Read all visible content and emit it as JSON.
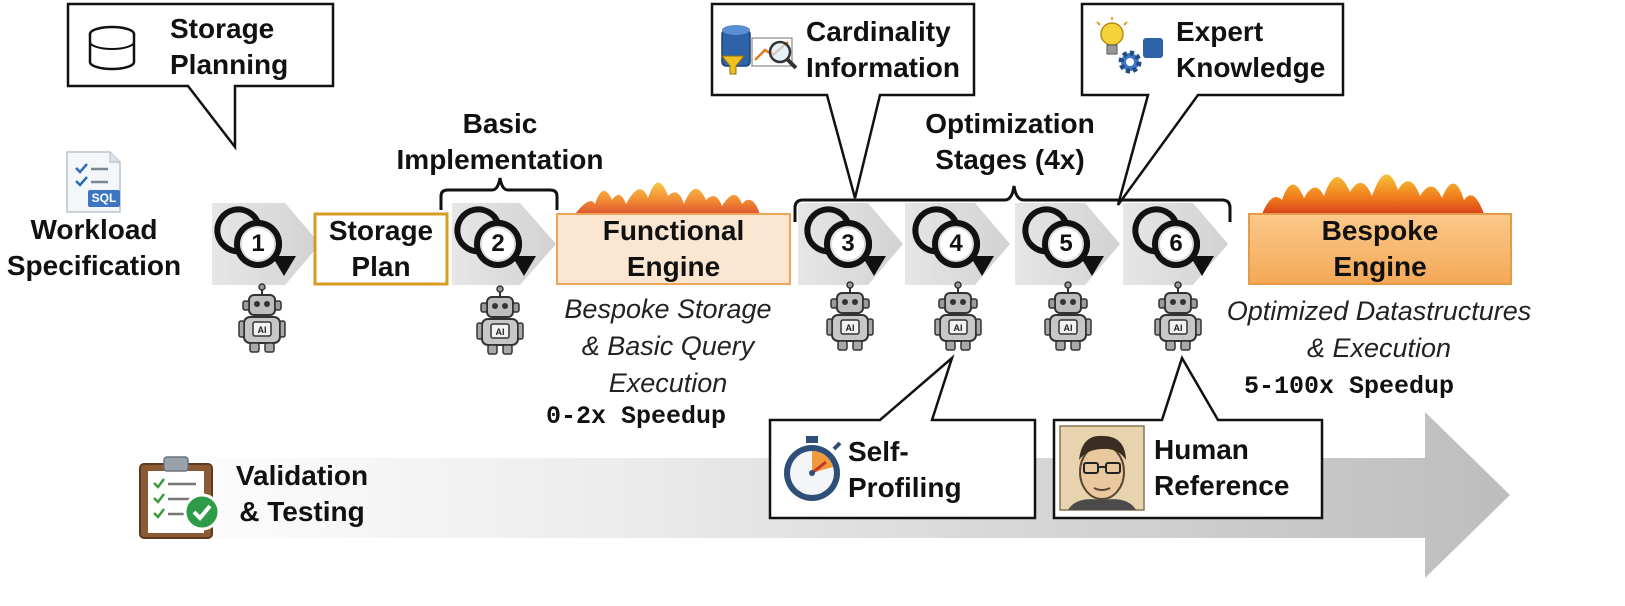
{
  "nodes": {
    "workload": {
      "line1": "Workload",
      "line2": "Specification"
    },
    "storage_plan": {
      "line1": "Storage",
      "line2": "Plan"
    },
    "functional_engine": {
      "line1": "Functional",
      "line2": "Engine"
    },
    "bespoke_engine": {
      "line1": "Bespoke",
      "line2": "Engine"
    }
  },
  "callouts": {
    "storage_planning": {
      "line1": "Storage",
      "line2": "Planning"
    },
    "cardinality": {
      "line1": "Cardinality",
      "line2": "Information"
    },
    "expert": {
      "line1": "Expert",
      "line2": "Knowledge"
    },
    "self_profiling": {
      "line1": "Self-",
      "line2": "Profiling"
    },
    "human_reference": {
      "line1": "Human",
      "line2": "Reference"
    }
  },
  "groups": {
    "basic": {
      "line1": "Basic",
      "line2": "Implementation"
    },
    "optimization": {
      "line1": "Optimization",
      "line2": "Stages (4x)"
    }
  },
  "descriptions": {
    "functional": {
      "line1": "Bespoke Storage",
      "line2": "& Basic Query",
      "line3": "Execution",
      "speedup": "0-2x Speedup"
    },
    "bespoke": {
      "line1": "Optimized Datastructures",
      "line2": "& Execution",
      "speedup": "5-100x Speedup"
    }
  },
  "steps": [
    "1",
    "2",
    "3",
    "4",
    "5",
    "6"
  ],
  "robot_label": "AI",
  "sql_label": "SQL",
  "validation": {
    "line1": "Validation",
    "line2": "& Testing"
  },
  "colors": {
    "storage_plan_border": "#d89a22",
    "functional_fill": "#fbe6d2",
    "bespoke_fill": "#f7b870",
    "step_arrow": "#dcdcdc",
    "bottom_arrow": "#c4c4c4"
  },
  "icons": [
    "database-icon",
    "sql-document-icon",
    "robot-icon",
    "fire-icon",
    "chart-magnifier-icon",
    "lightbulb-gear-icon",
    "stopwatch-icon",
    "portrait-icon",
    "clipboard-check-icon"
  ]
}
